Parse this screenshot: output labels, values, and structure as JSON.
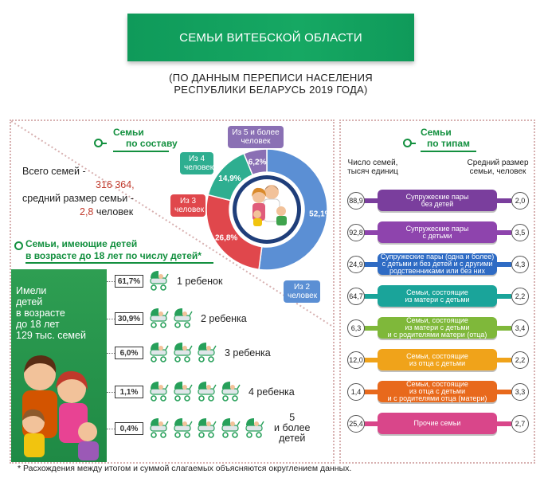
{
  "title": "СЕМЬИ ВИТЕБСКОЙ ОБЛАСТИ",
  "subtitle_line1": "(ПО ДАННЫМ ПЕРЕПИСИ НАСЕЛЕНИЯ",
  "subtitle_line2": "РЕСПУБЛИКИ БЕЛАРУСЬ 2019 ГОДА)",
  "composition": {
    "heading1": "Семьи",
    "heading2": "по составу",
    "total_label": "Всего семей -",
    "total_value": "316 364,",
    "avg_label": "средний размер семьи -",
    "avg_value": "2,8",
    "avg_unit": "человек",
    "slices": [
      {
        "label_l1": "Из 2",
        "label_l2": "человек",
        "pct": "52,1%",
        "value": 52.1,
        "color": "#5b8fd4"
      },
      {
        "label_l1": "Из 3",
        "label_l2": "человек",
        "pct": "26,8%",
        "value": 26.8,
        "color": "#e0474c"
      },
      {
        "label_l1": "Из 4",
        "label_l2": "человек",
        "pct": "14,9%",
        "value": 14.9,
        "color": "#2eae90"
      },
      {
        "label_l1": "Из 5 и более",
        "label_l2": "человек",
        "pct": "6,2%",
        "value": 6.2,
        "color": "#8a70b4"
      }
    ]
  },
  "children": {
    "heading1": "Семьи, имеющие детей",
    "heading2": "в возрасте до 18 лет по числу детей*",
    "side_text": [
      "Имели",
      "детей",
      "в возрасте",
      "до 18 лет",
      "129 тыс. семей"
    ],
    "rows": [
      {
        "pct": "61,7%",
        "label": "1 ребенок",
        "count": 1
      },
      {
        "pct": "30,9%",
        "label": "2 ребенка",
        "count": 2
      },
      {
        "pct": "6,0%",
        "label": "3 ребенка",
        "count": 3
      },
      {
        "pct": "1,1%",
        "label": "4 ребенка",
        "count": 4
      },
      {
        "pct": "0,4%",
        "label_l1": "5",
        "label_l2": "и более",
        "label_l3": "детей",
        "count": 5
      }
    ]
  },
  "types": {
    "heading1": "Семьи",
    "heading2": "по типам",
    "col_left_l1": "Число семей,",
    "col_left_l2": "тысяч единиц",
    "col_right_l1": "Средний размер",
    "col_right_l2": "семьи, человек",
    "rows": [
      {
        "count": "88,9",
        "lines": [
          "Супружеские пары",
          "без детей"
        ],
        "size": "2,0",
        "color": "#7a3e9d"
      },
      {
        "count": "92,8",
        "lines": [
          "Супружеские пары",
          "с детьми"
        ],
        "size": "3,5",
        "color": "#8e44ad"
      },
      {
        "count": "24,9",
        "lines": [
          "Супружеские пары (одна и более)",
          "с детьми и без детей и с другими",
          "родственниками или без них"
        ],
        "size": "4,3",
        "color": "#2e6bc4"
      },
      {
        "count": "64,7",
        "lines": [
          "Семьи, состоящие",
          "из матери с детьми"
        ],
        "size": "2,2",
        "color": "#1aa49a"
      },
      {
        "count": "6,3",
        "lines": [
          "Семьи, состоящие",
          "из матери с детьми",
          "и с родителями матери (отца)"
        ],
        "size": "3,4",
        "color": "#7fb83a"
      },
      {
        "count": "12,0",
        "lines": [
          "Семьи, состоящие",
          "из отца с детьми"
        ],
        "size": "2,2",
        "color": "#f0a31a"
      },
      {
        "count": "1,4",
        "lines": [
          "Семьи, состоящие",
          "из отца с детьми",
          "и с родителями отца (матери)"
        ],
        "size": "3,3",
        "color": "#e8691c"
      },
      {
        "count": "25,4",
        "lines": [
          "Прочие семьи"
        ],
        "size": "2,7",
        "color": "#d9468a"
      }
    ]
  },
  "footnote": "* Расхождения между итогом и суммой слагаемых объясняются округлением данных."
}
